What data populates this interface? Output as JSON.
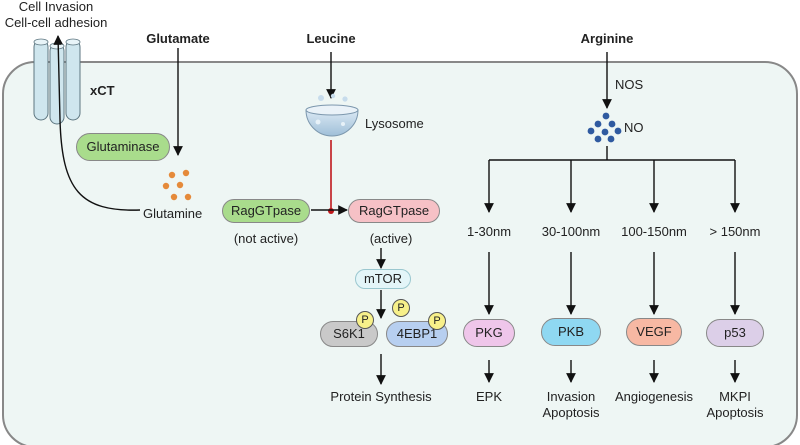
{
  "labels": {
    "cell_invasion": "Cell Invasion",
    "cell_adhesion": "Cell-cell adhesion",
    "xct": "xCT",
    "glutamate": "Glutamate",
    "glutaminase": "Glutaminase",
    "glutamine": "Glutamine",
    "leucine": "Leucine",
    "lysosome": "Lysosome",
    "ragg_inactive": "RagGTpase",
    "not_active": "(not active)",
    "ragg_active": "RagGTpase",
    "active": "(active)",
    "mtor": "mTOR",
    "s6k1": "S6K1",
    "ebp1": "4EBP1",
    "p": "P",
    "protein_synthesis": "Protein Synthesis",
    "arginine": "Arginine",
    "nos": "NOS",
    "no": "NO",
    "conc_1": "1-30nm",
    "conc_2": "30-100nm",
    "conc_3": "100-150nm",
    "conc_4": "> 150nm",
    "pkg": "PKG",
    "pkb": "PKB",
    "vegf": "VEGF",
    "p53": "p53",
    "epk": "EPK",
    "invasion": "Invasion",
    "apoptosis_1": "Apoptosis",
    "angiogenesis": "Angiogenesis",
    "mkpi": "MKPI",
    "apoptosis_2": "Apoptosis"
  },
  "colors": {
    "cell_fill": "#eef6f4",
    "cell_stroke": "#888888",
    "transporter": "#cfe6ee",
    "green_pill": "#a9dc8c",
    "pink_pill": "#f6c1c6",
    "mtor_pill": "#e3f5f8",
    "gray_pill": "#c9c9c9",
    "blue_pill": "#b7cff0",
    "pkg_pill": "#efc6ea",
    "pkb_pill": "#8fd8f2",
    "vegf_pill": "#f7b8a3",
    "p53_pill": "#dccfe8",
    "glutamine_dots": "#e58a3a",
    "no_dots": "#2f5aa0",
    "inhibit_line": "#c0181b",
    "badge": "#f7f08a"
  }
}
